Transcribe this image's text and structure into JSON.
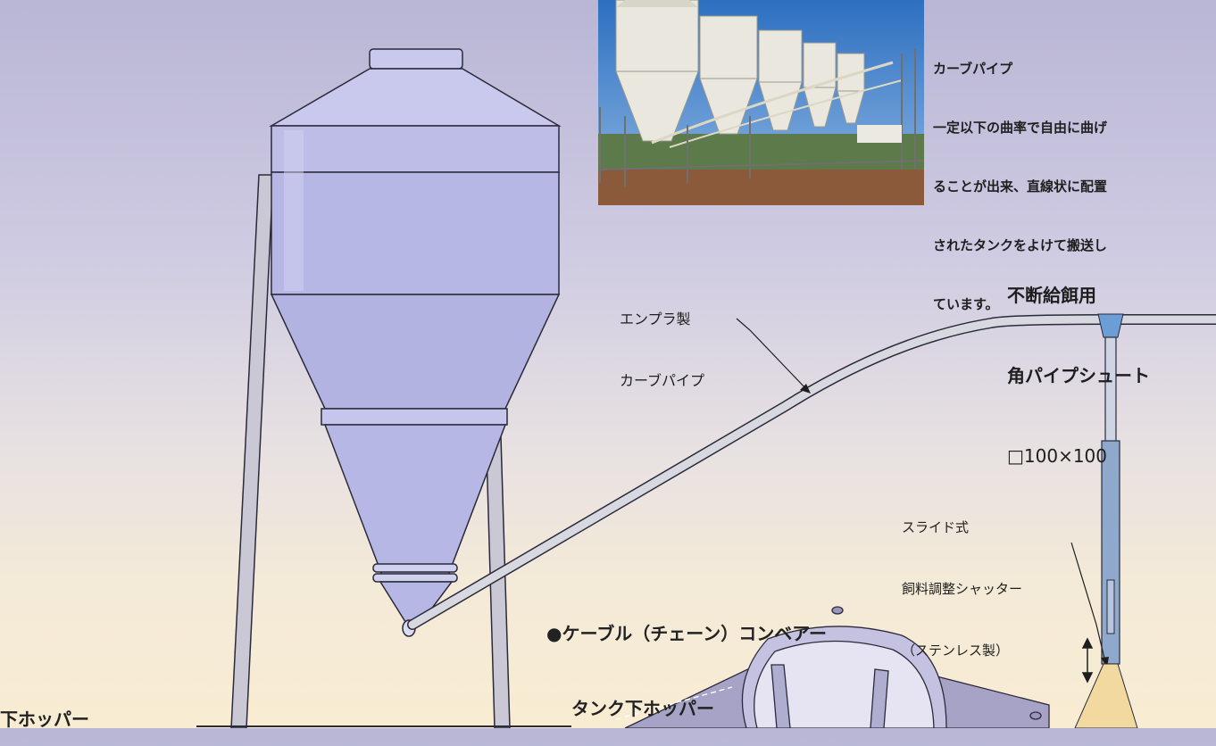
{
  "caption": {
    "lines": [
      "カーブパイプ",
      "一定以下の曲率で自由に曲げ",
      "ることが出来、直線状に配置",
      "されたタンクをよけて搬送し",
      "ています。"
    ]
  },
  "feed_chute_label": {
    "lines": [
      "不断給餌用",
      "角パイプシュート",
      "□100×100"
    ]
  },
  "pipe_label": {
    "lines": [
      "エンプラ製",
      "カーブパイプ"
    ]
  },
  "shutter_label": {
    "lines": [
      "スライド式",
      "飼料調整シャッター",
      "（ステンレス製）"
    ]
  },
  "conveyor_label": {
    "lines": [
      "●ケーブル（チェーン）コンベアー",
      "タンク下ホッパー"
    ]
  },
  "bottom_label": "下ホッパー",
  "colors": {
    "tank_body": "#b7b7e6",
    "tank_light": "#c9c9ee",
    "tank_shadow": "#9d9ccf",
    "outline": "#2a2a3a",
    "leg": "#c9c8d4",
    "pipe": "#d8d8e0",
    "chute_blue": "#6b9ed6",
    "feed_cone": "#f2d9a0"
  }
}
